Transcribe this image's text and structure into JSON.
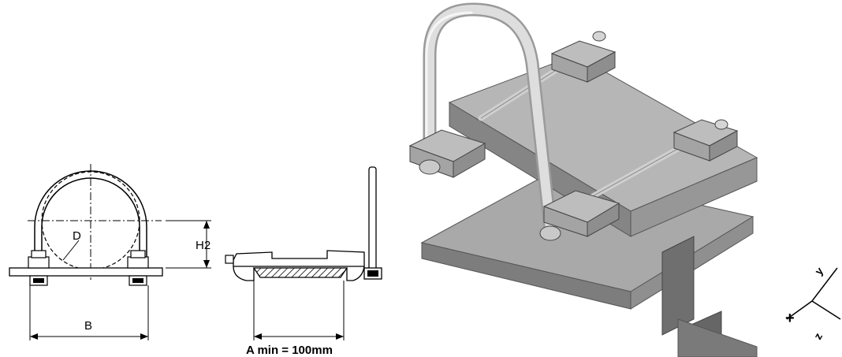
{
  "front_view": {
    "label_d": "D",
    "label_h2": "H2",
    "label_b": "B"
  },
  "side_view": {
    "label_a": "A min = 100mm"
  },
  "axis_triad": {
    "label_y": "y",
    "label_x": "+",
    "label_z": "z"
  },
  "colors": {
    "steel_top": "#b8b8b8",
    "steel_side": "#8a8a8a",
    "steel_dark": "#6e6e6e",
    "bolt": "#cfcfcf"
  }
}
